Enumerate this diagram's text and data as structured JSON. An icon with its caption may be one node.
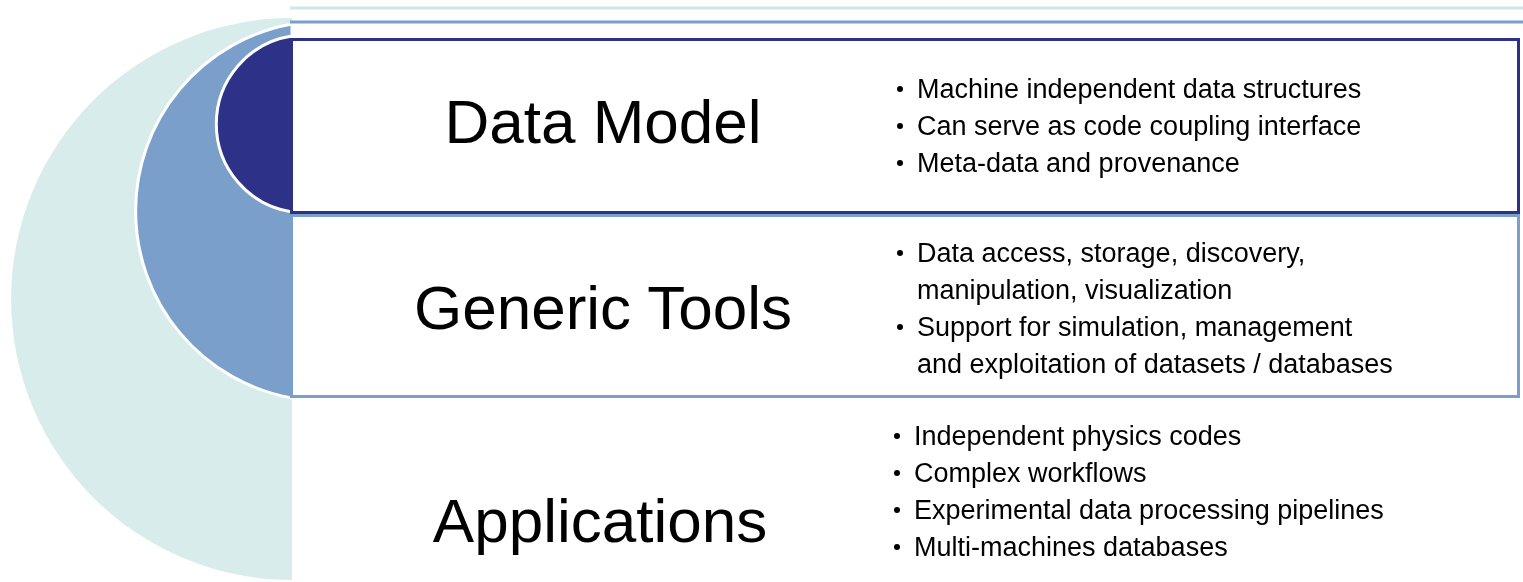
{
  "diagram": {
    "nodes": [
      {
        "text": [
          "Data Model",
          "Machine independent data structures",
          "Can serve as code coupling interface",
          "Meta-data and provenance"
        ]
      },
      {
        "text": [
          "Generic Tools",
          "Data access, storage, discovery, manipulation, visualization",
          "Support for simulation, management and exploitation of datasets / databases"
        ]
      },
      {
        "text": [
          "Applications",
          "Independent physics codes",
          "Complex workflows",
          "Experimental data processing pipelines",
          "Multi-machines databases"
        ]
      }
    ]
  }
}
